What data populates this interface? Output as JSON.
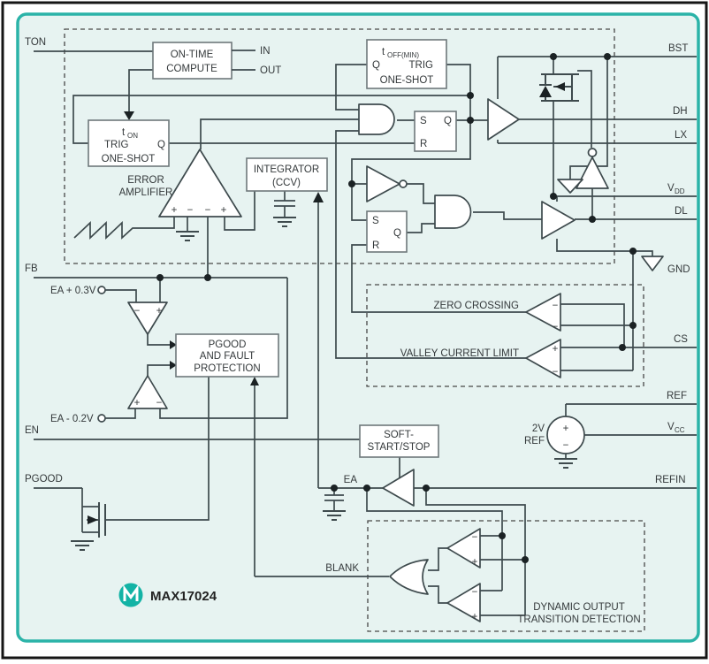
{
  "part": {
    "name": "MAX17024"
  },
  "colors": {
    "teal_border": "#2bb3a8",
    "background": "#e7f3f1",
    "wire": "#3e4a4d",
    "logo_teal": "#13b3a5",
    "frame": "#151515"
  },
  "pins": {
    "left": {
      "ton": "TON",
      "fb": "FB",
      "en": "EN",
      "pgood": "PGOOD"
    },
    "right": {
      "bst": "BST",
      "dh": "DH",
      "lx": "LX",
      "vdd_base": "V",
      "vdd_sub": "DD",
      "dl": "DL",
      "gnd": "GND",
      "cs": "CS",
      "ref": "REF",
      "vcc_base": "V",
      "vcc_sub": "CC",
      "refin": "REFIN"
    }
  },
  "blocks": {
    "on_time_l1": "ON-TIME",
    "on_time_l2": "COMPUTE",
    "in": "IN",
    "out": "OUT",
    "ton_os": {
      "t": "t",
      "sub": "ON",
      "trig": "TRIG",
      "q": "Q",
      "name": "ONE-SHOT"
    },
    "toff_os": {
      "t": "t",
      "sub": "OFF(MIN)",
      "trig": "TRIG",
      "q": "Q",
      "name": "ONE-SHOT"
    },
    "error_amp_l1": "ERROR",
    "error_amp_l2": "AMPLIFIER",
    "integrator_l1": "INTEGRATOR",
    "integrator_l2": "(CCV)",
    "pgood_l1": "PGOOD",
    "pgood_l2": "AND FAULT",
    "pgood_l3": "PROTECTION",
    "ss_l1": "SOFT-",
    "ss_l2": "START/STOP",
    "ref_src": {
      "v": "2V",
      "ref": "REF",
      "plus": "+",
      "minus": "−"
    },
    "dyn_l1": "DYNAMIC OUTPUT",
    "dyn_l2": "TRANSITION DETECTION"
  },
  "labels": {
    "zero_crossing": "ZERO CROSSING",
    "valley": "VALLEY CURRENT LIMIT",
    "ea_plus": "EA + 0.3V",
    "ea_minus": "EA - 0.2V",
    "ea": "EA",
    "blank": "BLANK",
    "s": "S",
    "r": "R",
    "q": "Q",
    "plus": "+",
    "minus": "−"
  }
}
